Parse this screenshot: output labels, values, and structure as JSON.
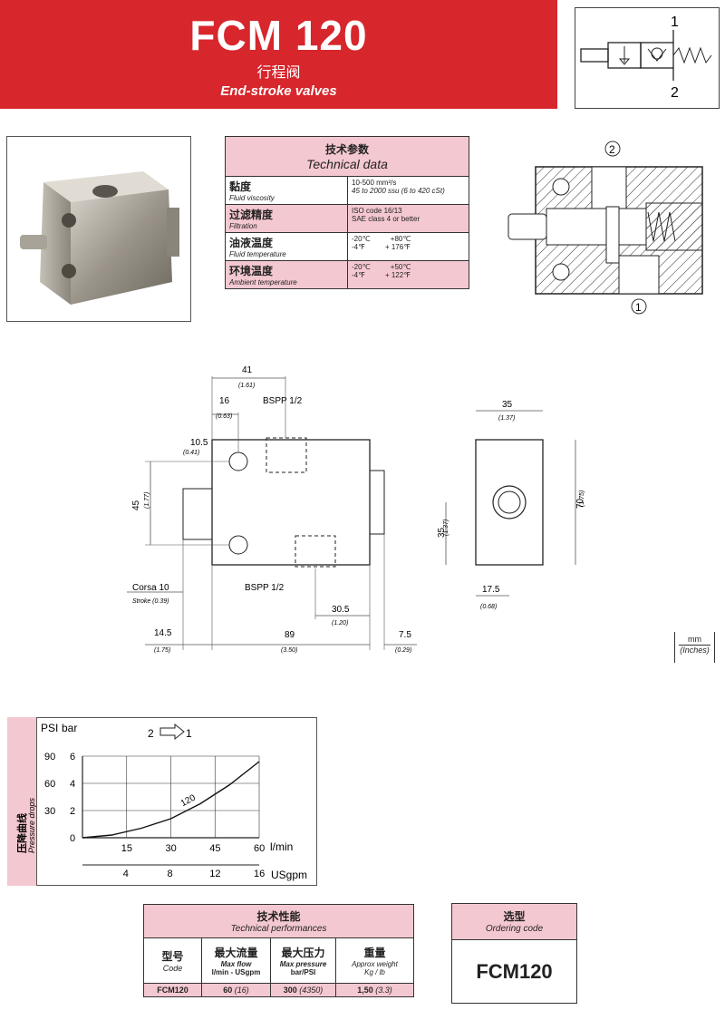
{
  "header": {
    "title": "FCM 120",
    "title_cn": "行程阀",
    "subtitle": "End-stroke valves"
  },
  "symbol": {
    "port_top": "1",
    "port_bottom": "2"
  },
  "tech_data": {
    "title_cn": "技术参数",
    "title_en": "Technical data",
    "rows": [
      {
        "cn": "黏度",
        "en": "Fluid viscosity",
        "v1": "10-500 mm²/s",
        "v2": "45 to 2000 ssu (6 to 420 cSt)"
      },
      {
        "cn": "过滤精度",
        "en": "Filtration",
        "v1": "ISO code 16/13",
        "v2": "SAE class 4 or better"
      },
      {
        "cn": "油液温度",
        "en": "Fluid temperature",
        "v1": "-20℃          +80℃",
        "v2": "-4℉          + 176℉"
      },
      {
        "cn": "环境温度",
        "en": "Ambient temperature",
        "v1": "-20℃          +50℃",
        "v2": "-4℉          + 122℉"
      }
    ]
  },
  "section": {
    "port2": "2",
    "port1": "1"
  },
  "dims": {
    "d41": "41",
    "d41i": "(1.61)",
    "d16": "16",
    "d16i": "(0.63)",
    "bspp_top": "BSPP 1/2",
    "d105": "10.5",
    "d105i": "(0.41)",
    "d45": "45",
    "d45i": "(1.77)",
    "corsa": "Corsa 10",
    "stroke": "Stroke (0.39)",
    "bspp_bot": "BSPP 1/2",
    "d305": "30.5",
    "d305i": "(1.20)",
    "d145": "14.5",
    "d145i": "(1.75)",
    "d89": "89",
    "d89i": "(3.50)",
    "d75": "7.5",
    "d75i": "(0.29)",
    "d35": "35",
    "d35i": "(1.37)",
    "d70": "70",
    "d70i": "(1.75)",
    "d35v": "35",
    "d35vi": "(1.37)",
    "d175": "17.5",
    "d175i": "(0.68)",
    "unit_mm": "mm",
    "unit_in": "(Inches)"
  },
  "graph": {
    "side_cn": "压降曲线",
    "side_en": "Pressure drops",
    "psi_label": "PSI",
    "bar_label": "bar",
    "flow_label_a": "2",
    "flow_label_b": "1",
    "curve_label": "120",
    "x_unit": "l/min",
    "x2_unit": "USgpm"
  },
  "chart_data": {
    "type": "line",
    "title": "",
    "xlabel": "l/min",
    "ylabel": "bar",
    "xlim": [
      0,
      60
    ],
    "ylim": [
      0,
      6
    ],
    "x_ticks": [
      "15",
      "30",
      "45",
      "60"
    ],
    "y_ticks_bar": [
      "2",
      "4",
      "6"
    ],
    "y_ticks_psi": [
      "30",
      "60",
      "90"
    ],
    "x2_ticks": [
      "4",
      "8",
      "12",
      "16"
    ],
    "origin_label": "0",
    "series": [
      {
        "name": "120",
        "x": [
          0,
          10,
          20,
          30,
          40,
          50,
          60
        ],
        "y": [
          0,
          0.2,
          0.7,
          1.4,
          2.5,
          3.9,
          5.6
        ]
      }
    ]
  },
  "performance": {
    "title_cn": "技术性能",
    "title_en": "Technical performances",
    "headers": [
      {
        "cn": "型号",
        "en": "Code"
      },
      {
        "cn": "最大流量",
        "en": "Max flow",
        "unit": "l/min - USgpm"
      },
      {
        "cn": "最大压力",
        "en": "Max pressure",
        "unit": "bar/PSI"
      },
      {
        "cn": "重量",
        "en": "Approx weight",
        "unit": "Kg / lb"
      }
    ],
    "row": {
      "code": "FCM120",
      "flow": "60",
      "flow_us": "(16)",
      "pressure": "300",
      "pressure_psi": "(4350)",
      "weight": "1,50",
      "weight_lb": "(3.3)"
    }
  },
  "ordering": {
    "title_cn": "选型",
    "title_en": "Ordering code",
    "code": "FCM120"
  }
}
